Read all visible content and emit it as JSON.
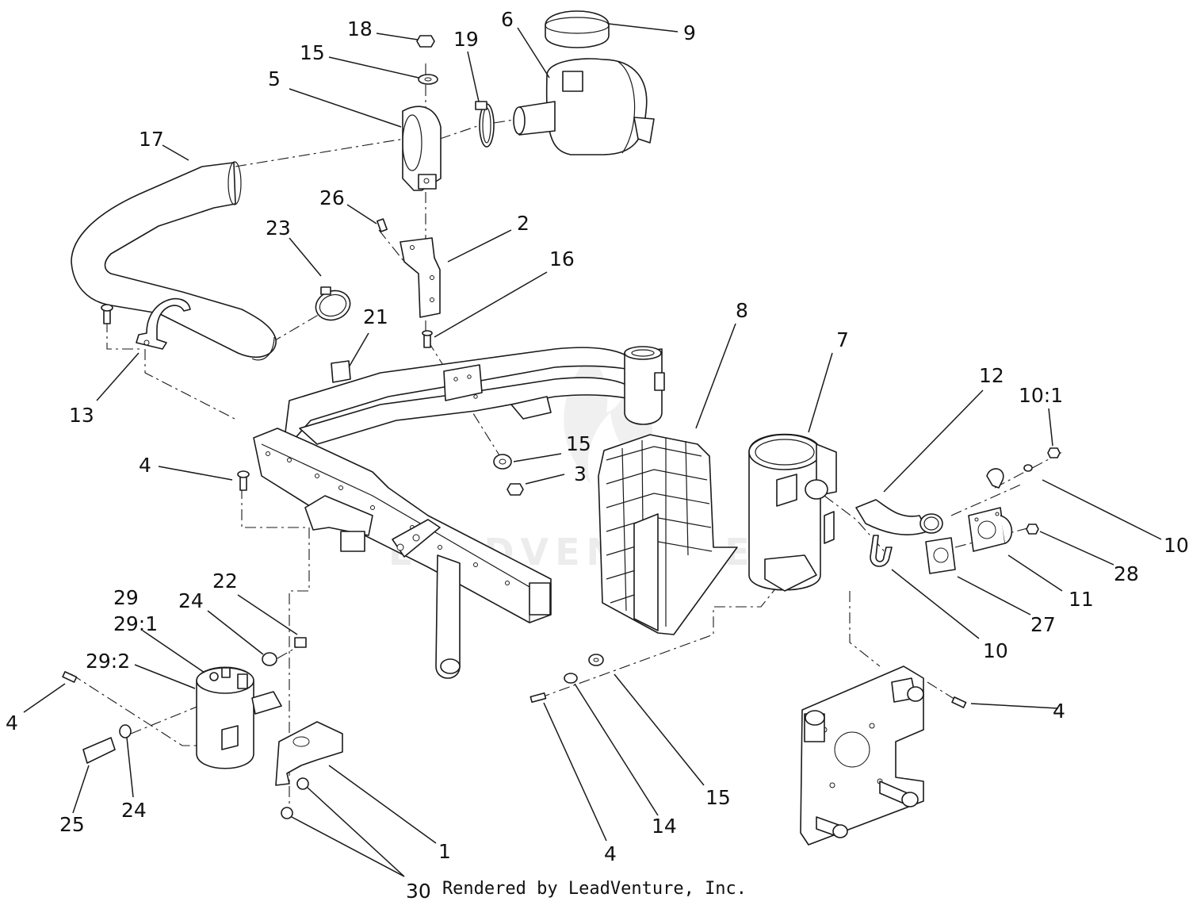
{
  "diagram": {
    "watermark": "LEADVENTURE",
    "footer": "Rendered by LeadVenture, Inc.",
    "callouts": [
      "18",
      "15",
      "19",
      "6",
      "9",
      "5",
      "17",
      "26",
      "2",
      "23",
      "16",
      "21",
      "8",
      "7",
      "12",
      "10:1",
      "13",
      "15",
      "3",
      "4",
      "10",
      "28",
      "11",
      "27",
      "10",
      "22",
      "29",
      "29:1",
      "24",
      "29:2",
      "4",
      "4",
      "25",
      "24",
      "4",
      "14",
      "15",
      "1",
      "30"
    ]
  }
}
